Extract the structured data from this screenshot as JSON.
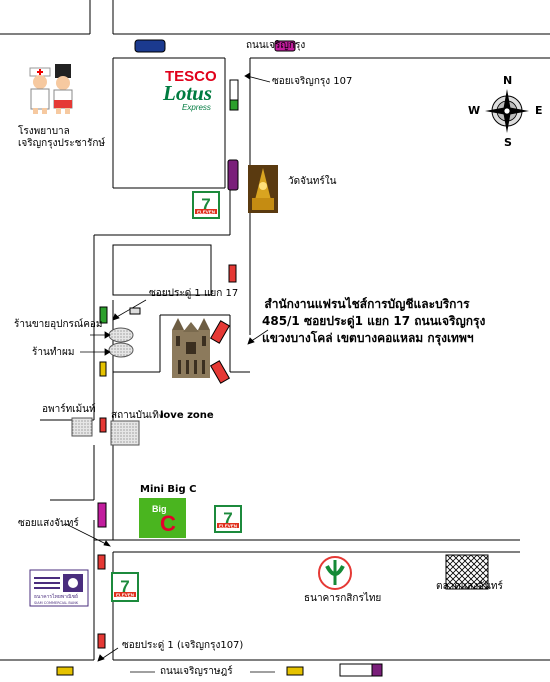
{
  "roads": {
    "charoenkrung": "ถนนเจริญกรุง",
    "charoenkrung_soi_107": "ซอยเจริญกรุง 107",
    "soi_pradu_1_yaek_17": "ซอยประดู่ 1 แยก 17",
    "soi_saeng_chan": "ซอยแสงจันทร์",
    "soi_pradu_1_alt": "ซอยประดู่ 1 (เจริญกรุง107)",
    "charoen_rat": "ถนนเจริญราษฎร์"
  },
  "places": {
    "hospital": [
      "โรงพยาบาล",
      "เจริญกรุงประชารักษ์"
    ],
    "tesco": {
      "line1": "TESCO",
      "line2": "Lotus",
      "line3": "Express"
    },
    "temple": "วัดจันทร์ใน",
    "seven_eleven": {
      "digit": "7",
      "text": "ELEVEN"
    },
    "equipment_shop": "ร้านขายอุปกรณ์คอม",
    "hair_salon": "ร้านทำผม",
    "apartment": "อพาร์ทเม้นท์",
    "entertainment": "สถานบันเทิง",
    "love_zone": "love zone",
    "mini_big_c": "Mini Big C",
    "big_c_logo": {
      "big": "Big",
      "c": "C"
    },
    "scb": {
      "thai": "ธนาคารไทยพาณิชย์",
      "en": "SIAM COMMERCIAL BANK"
    },
    "kbank": "ธนาคารกสิกรไทย",
    "market": "ตลาดแสงจันทร์"
  },
  "office": {
    "line1": "สำนักงานแฟรนไชส์การบัญชีและบริการ",
    "line2": "485/1 ซอยประดู่1 แยก 17 ถนนเจริญกรุง",
    "line3": "แขวงบางโคล่ เขตบางคอแหลม กรุงเทพฯ"
  },
  "compass": {
    "n": "N",
    "s": "S",
    "e": "E",
    "w": "W"
  },
  "colors": {
    "road_line": "#000000",
    "seven_green": "#1c8a3c",
    "seven_red": "#e0301e",
    "tesco_red": "#e0001a",
    "lotus_green": "#007b40",
    "bigc_green": "#4ab51f",
    "bigc_red": "#e4002b",
    "kbank_green": "#138a36",
    "scb_purple": "#4a2d7e"
  }
}
